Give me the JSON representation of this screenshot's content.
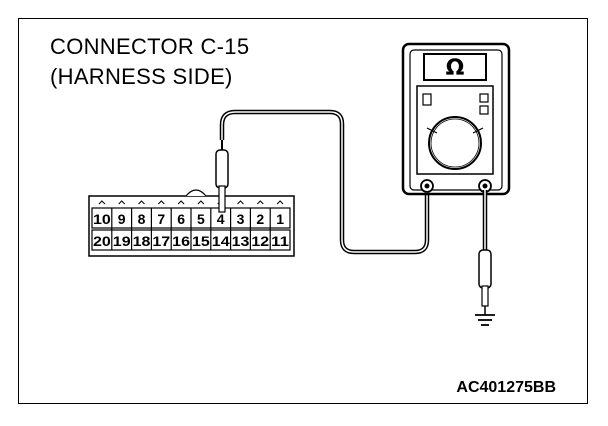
{
  "title": {
    "line1": "CONNECTOR C-15",
    "line2": "(HARNESS SIDE)"
  },
  "figure_code": "AC401275BB",
  "connector": {
    "top_row": [
      "10",
      "9",
      "8",
      "7",
      "6",
      "5",
      "4",
      "3",
      "2",
      "1"
    ],
    "bottom_row": [
      "20",
      "19",
      "18",
      "17",
      "16",
      "15",
      "14",
      "13",
      "12",
      "11"
    ],
    "probed_pin": "4"
  },
  "multimeter": {
    "display_symbol": "Ω",
    "icon": "ohmmeter-icon"
  },
  "ground": {
    "icon": "ground-symbol-icon"
  }
}
